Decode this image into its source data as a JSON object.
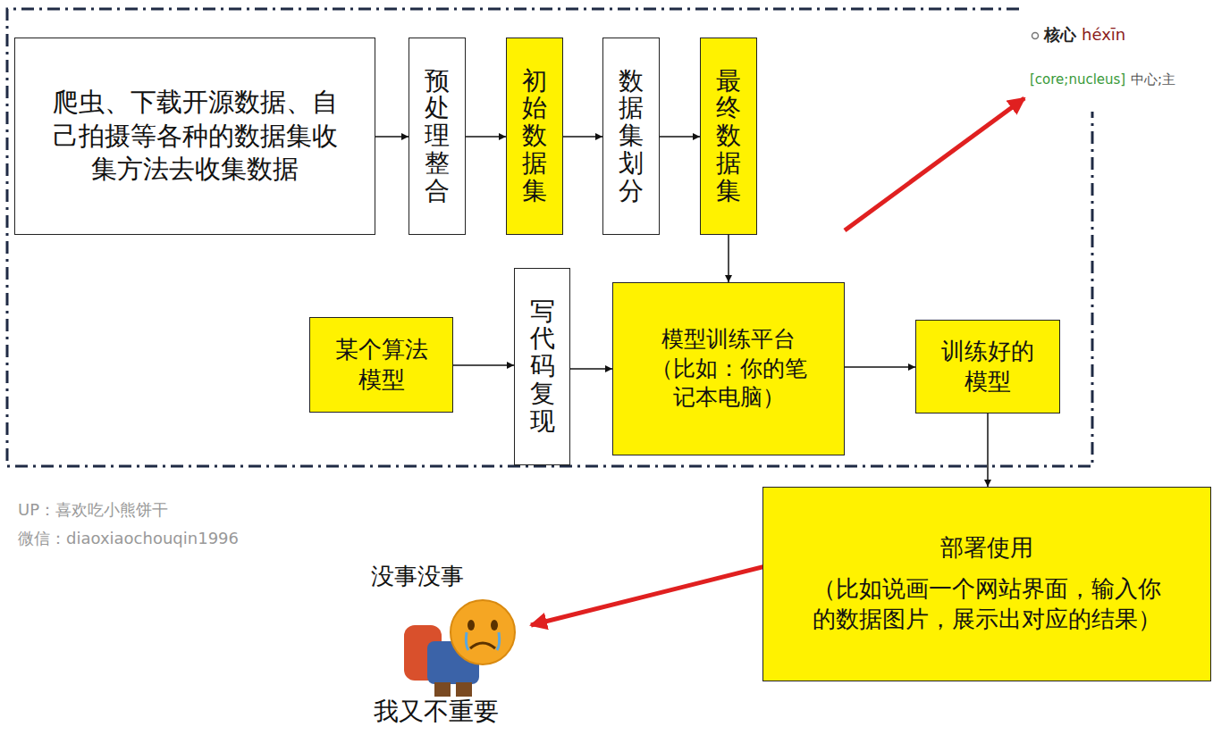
{
  "diagram": {
    "nodes": [
      {
        "text": [
          "爬虫、下载开源数据、自己拍摄等各种的数据集收集方法去收集数据"
        ]
      },
      {
        "text": [
          "预处理整合"
        ]
      },
      {
        "text": [
          "初始数据集"
        ]
      },
      {
        "text": [
          "数据集划分"
        ]
      },
      {
        "text": [
          "最终数据集"
        ]
      },
      {
        "text": [
          "某个算法模型"
        ]
      },
      {
        "text": [
          "写代码复现"
        ]
      },
      {
        "text": [
          "模型训练平台",
          "（比如：你的笔记本电脑）"
        ]
      },
      {
        "text": [
          "训练好的模型"
        ]
      },
      {
        "text": [
          "部署使用",
          "（比如说画一个网站界面，输入你的数据图片，展示出对应的结果）"
        ]
      }
    ],
    "edges": [
      {
        "from": 0,
        "to": 1,
        "arrow": "to"
      },
      {
        "from": 1,
        "to": 2,
        "arrow": "to"
      },
      {
        "from": 2,
        "to": 3,
        "arrow": "to"
      },
      {
        "from": 3,
        "to": 4,
        "arrow": "to"
      },
      {
        "from": 4,
        "to": 7,
        "arrow": "to"
      },
      {
        "from": 5,
        "to": 6,
        "arrow": "to"
      },
      {
        "from": 6,
        "to": 7,
        "arrow": "to"
      },
      {
        "from": 7,
        "to": 8,
        "arrow": "to"
      },
      {
        "from": 8,
        "to": 9,
        "arrow": "to"
      }
    ],
    "labels": [
      "核心",
      "héxīn",
      "[core;nucleus]",
      "中心;主",
      "没事没事",
      "我又不重要",
      "UP：喜欢吃小熊饼干",
      "微信：diaoxiaochouqin1996"
    ]
  }
}
